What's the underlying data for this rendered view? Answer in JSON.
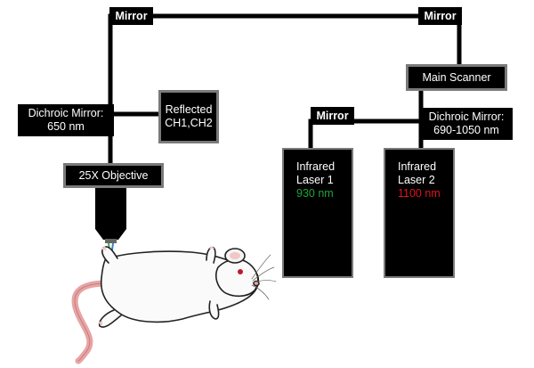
{
  "labels": {
    "mirror_top_left": "Mirror",
    "mirror_top_right": "Mirror",
    "main_scanner": "Main Scanner",
    "mirror_mid": "Mirror",
    "dichroic_left_line1": "Dichroic Mirror:",
    "dichroic_left_line2": "650 nm",
    "reflected_line1": "Reflected",
    "reflected_line2": "CH1,CH2",
    "dichroic_right_line1": "Dichroic Mirror:",
    "dichroic_right_line2": "690-1050 nm",
    "objective": "25X Objective"
  },
  "lasers": [
    {
      "line1": "Infrared",
      "line2": "Laser 1",
      "wavelength": "930 nm",
      "color": "#1fa33a"
    },
    {
      "line1": "Infrared",
      "line2": "Laser 2",
      "wavelength": "1100 nm",
      "color": "#e0141e"
    }
  ],
  "colors": {
    "beam": "#000000",
    "box_border": "#7a7a7a",
    "green_beam": "#2bb34a",
    "blue_beam": "#3a7fd0"
  }
}
